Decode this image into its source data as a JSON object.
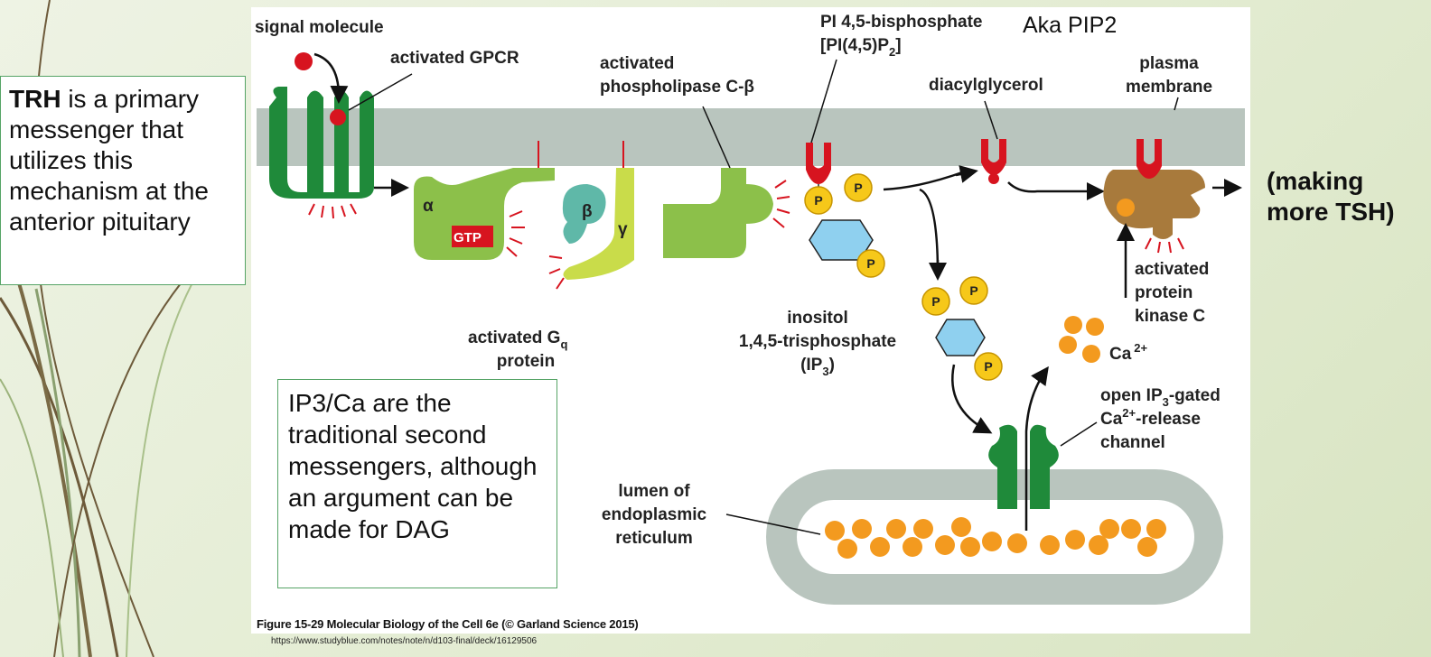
{
  "slide": {
    "trh_box": {
      "bold": "TRH",
      "text": " is a primary messenger that utilizes this mechanism at the anterior pituitary"
    },
    "ip3_box": {
      "text": "IP3/Ca are the traditional second messengers, although an argument can be made for DAG"
    },
    "aka_note": "Aka PIP2",
    "making_note": "(making more TSH)",
    "source_url": "https://www.studyblue.com/notes/note/n/d103-final/deck/16129506"
  },
  "figure": {
    "caption": "Figure 15-29  Molecular Biology of the Cell 6e (© Garland Science 2015)",
    "labels": {
      "signal_molecule": "signal molecule",
      "activated_gpcr": "activated GPCR",
      "plc_line1": "activated",
      "plc_line2": "phospholipase C-β",
      "pip2_line1": "PI 4,5-bisphosphate",
      "pip2_line2": "[PI(4,5)P",
      "pip2_sub": "2",
      "pip2_end": "]",
      "diacylglycerol": "diacylglycerol",
      "plasma_line1": "plasma",
      "plasma_line2": "membrane",
      "gq_line1": "activated G",
      "gq_sub": "q",
      "gq_line2": "protein",
      "ip3_line1": "inositol",
      "ip3_line2": "1,4,5-trisphosphate",
      "ip3_line3": "(IP",
      "ip3_sub": "3",
      "ip3_end": ")",
      "pkc_line1": "activated",
      "pkc_line2": "protein",
      "pkc_line3": "kinase C",
      "ca": "Ca",
      "ca_sup": "2+",
      "channel_line1": "open IP",
      "channel_sub": "3",
      "channel_line1_end": "-gated",
      "channel_line2": "Ca",
      "channel_sup": "2+",
      "channel_line2_end": "-release",
      "channel_line3": "channel",
      "er_line1": "lumen of",
      "er_line2": "endoplasmic",
      "er_line3": "reticulum",
      "alpha": "α",
      "beta": "β",
      "gamma": "γ",
      "gtp": "GTP",
      "p": "P"
    }
  },
  "colors": {
    "gpcr_green": "#1f8a3a",
    "protein_green": "#8cc04a",
    "beta_teal": "#5fb8a8",
    "gamma_yellow": "#c9dc4a",
    "pip2_red": "#d7141f",
    "pkc_brown": "#a87a3c",
    "calcium_orange": "#f39a1f",
    "membrane_gray": "#b9c5be",
    "inositol_blue": "#8fd0ef",
    "phosphate_yellow": "#f6c81a"
  }
}
